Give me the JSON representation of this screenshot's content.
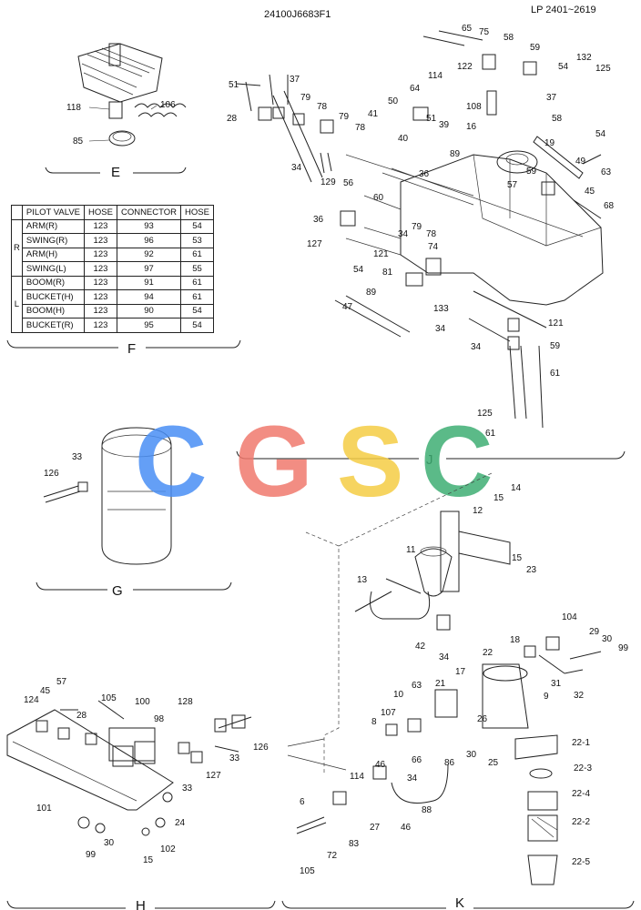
{
  "header": {
    "drawing_code": "24100J6683F1",
    "page_ref": "LP 2401~2619"
  },
  "sections": {
    "E": "E",
    "F": "F",
    "G": "G",
    "H": "H",
    "J": "J",
    "K": "K"
  },
  "watermark": {
    "letters": [
      "C",
      "G",
      "S",
      "C"
    ],
    "colors": [
      "#4a8ff5",
      "#f07a6e",
      "#f5cd45",
      "#3fae74"
    ]
  },
  "pilot_table": {
    "headers": [
      "PILOT VALVE",
      "HOSE",
      "CONNECTOR",
      "HOSE"
    ],
    "group_r": "R",
    "group_l": "L",
    "rows": [
      {
        "name": "ARM(R)",
        "hose": "123",
        "connector": "93",
        "hose2": "54"
      },
      {
        "name": "SWING(R)",
        "hose": "123",
        "connector": "96",
        "hose2": "53"
      },
      {
        "name": "ARM(H)",
        "hose": "123",
        "connector": "92",
        "hose2": "61"
      },
      {
        "name": "SWING(L)",
        "hose": "123",
        "connector": "97",
        "hose2": "55"
      },
      {
        "name": "BOOM(R)",
        "hose": "123",
        "connector": "91",
        "hose2": "61"
      },
      {
        "name": "BUCKET(H)",
        "hose": "123",
        "connector": "94",
        "hose2": "61"
      },
      {
        "name": "BOOM(H)",
        "hose": "123",
        "connector": "90",
        "hose2": "54"
      },
      {
        "name": "BUCKET(R)",
        "hose": "123",
        "connector": "95",
        "hose2": "54"
      }
    ]
  },
  "callouts": {
    "e": [
      "118",
      "106",
      "85"
    ],
    "j": [
      "65",
      "75",
      "58",
      "59",
      "132",
      "125",
      "122",
      "54",
      "37",
      "51",
      "37",
      "114",
      "79",
      "28",
      "78",
      "79",
      "50",
      "64",
      "108",
      "58",
      "41",
      "51",
      "39",
      "16",
      "19",
      "54",
      "78",
      "40",
      "89",
      "34",
      "129",
      "36",
      "63",
      "59",
      "49",
      "56",
      "60",
      "57",
      "45",
      "68",
      "36",
      "127",
      "79",
      "78",
      "121",
      "54",
      "34",
      "74",
      "81",
      "133",
      "89",
      "47",
      "121",
      "34",
      "34",
      "59",
      "61",
      "125",
      "61"
    ],
    "g": [
      "33",
      "126"
    ],
    "h": [
      "57",
      "45",
      "124",
      "105",
      "100",
      "128",
      "28",
      "98",
      "33",
      "126",
      "33",
      "127",
      "101",
      "24",
      "99",
      "30",
      "15",
      "102"
    ],
    "k": [
      "14",
      "12",
      "15",
      "11",
      "15",
      "23",
      "13",
      "104",
      "29",
      "30",
      "99",
      "18",
      "42",
      "34",
      "22",
      "63",
      "10",
      "21",
      "17",
      "107",
      "31",
      "32",
      "9",
      "8",
      "26",
      "30",
      "25",
      "66",
      "86",
      "46",
      "114",
      "34",
      "22-1",
      "22-3",
      "6",
      "46",
      "88",
      "27",
      "83",
      "22-4",
      "22-2",
      "72",
      "105",
      "22-5"
    ]
  }
}
